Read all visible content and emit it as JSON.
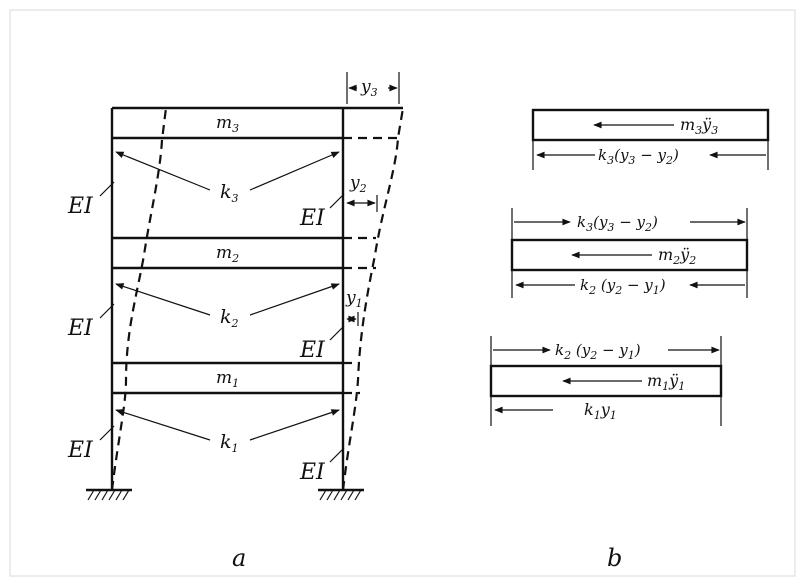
{
  "figure": {
    "left_labels": {
      "m3": "m",
      "m3_sub": "3",
      "m2": "m",
      "m2_sub": "2",
      "m1": "m",
      "m1_sub": "1",
      "k3": "k",
      "k3_sub": "3",
      "k2": "k",
      "k2_sub": "2",
      "k1": "k",
      "k1_sub": "1",
      "ei": "EI",
      "y3": "y",
      "y3_sub": "3",
      "y2": "y",
      "y2_sub": "2",
      "y1": "y",
      "y1_sub": "1"
    },
    "right_labels": {
      "m3_inertia": "m",
      "m3_inertia_sub": "3",
      "m3_inertia_y": "ÿ",
      "m3_inertia_ysub": "3",
      "spring3_top": "k",
      "spring3_top_sub": "3",
      "spring3_top_expr1": "(y",
      "spring3_top_s1": "3",
      "spring3_top_mid": " − y",
      "spring3_top_s2": "2",
      "spring3_top_end": ")",
      "m2_inertia": "m",
      "m2_inertia_sub": "2",
      "m2_inertia_y": "ÿ",
      "m2_inertia_ysub": "2",
      "spring2_top": "k",
      "spring2_top_sub": "2",
      "spring2_top_expr1": " (y",
      "spring2_top_s1": "2",
      "spring2_top_mid": " − y",
      "spring2_top_s2": "1",
      "spring2_top_end": ")",
      "m1_inertia": "m",
      "m1_inertia_sub": "1",
      "m1_inertia_y": "ÿ",
      "m1_inertia_ysub": "1",
      "spring1": "k",
      "spring1_sub": "1",
      "spring1_y": "y",
      "spring1_ysub": "1"
    },
    "captions": {
      "a": "a",
      "b": "b"
    }
  }
}
